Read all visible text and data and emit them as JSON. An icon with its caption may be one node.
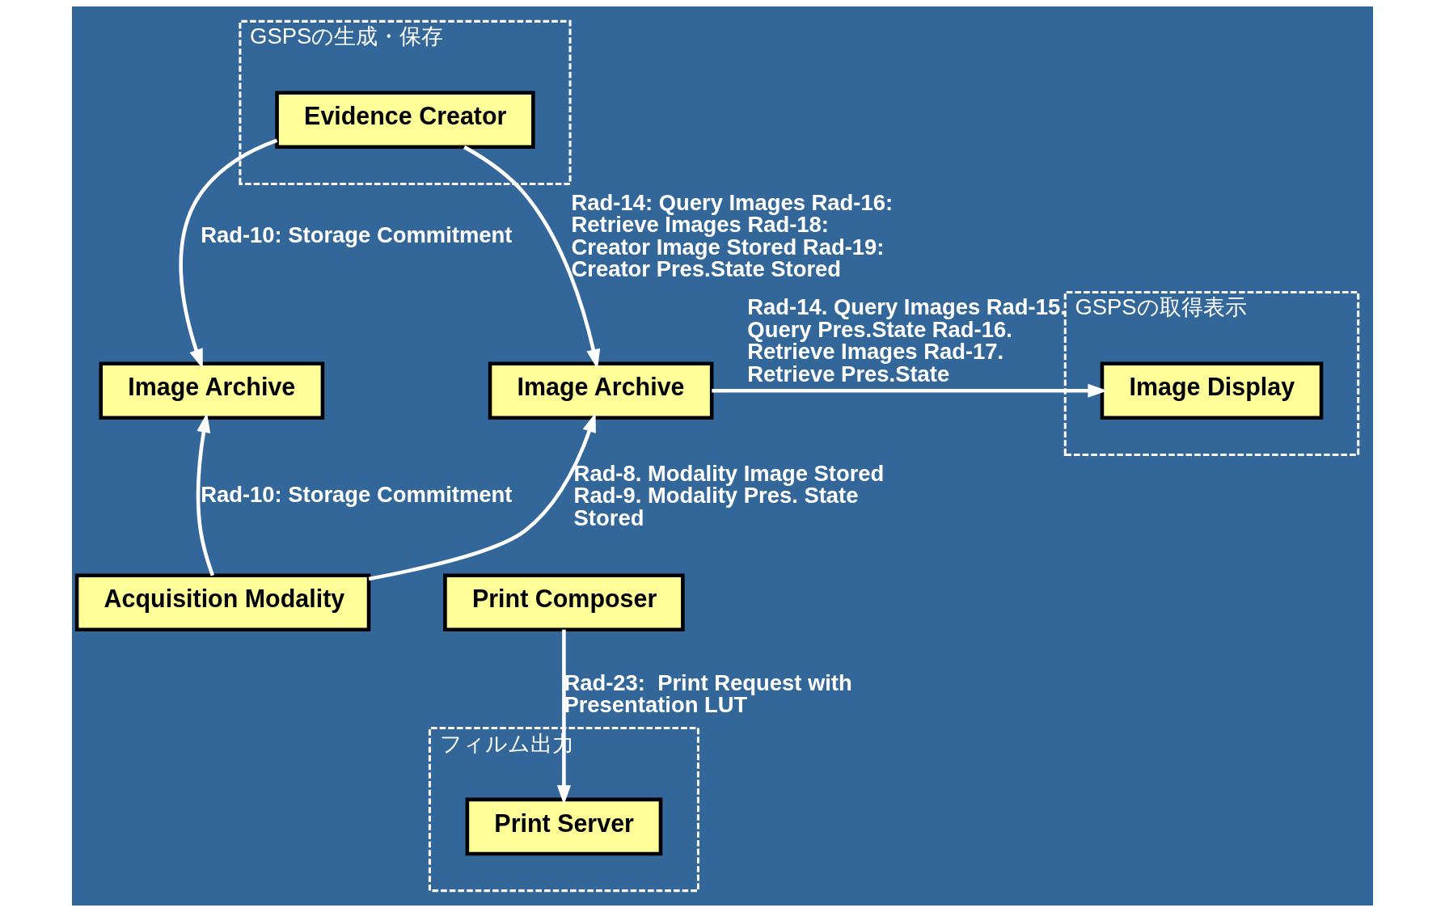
{
  "diagram": {
    "nodes": [
      {
        "text": [
          "GSPSの生成・保存"
        ]
      },
      {
        "text": [
          "Evidence Creator"
        ],
        "in": 0
      },
      {
        "text": [
          "Image Archive"
        ]
      },
      {
        "text": [
          "Image Archive"
        ]
      },
      {
        "text": [
          "GSPSの取得表示"
        ]
      },
      {
        "text": [
          "Image Display"
        ],
        "in": 4
      },
      {
        "text": [
          "Print Composer"
        ]
      },
      {
        "text": [
          "フィルム出力"
        ]
      },
      {
        "text": [
          "Print Server"
        ],
        "in": 7
      },
      {
        "text": [
          "Acquisition Modality"
        ]
      }
    ],
    "edges": [
      {
        "from": 1,
        "to": 2,
        "arrow": "to",
        "label": "Rad-10: Storage Commitment"
      },
      {
        "from": 1,
        "to": 3,
        "arrow": "to",
        "label": "Rad-14: Query Images Rad-16: Retrieve Images Rad-18: Creator Image Stored Rad-19: Creator Pres.State Stored"
      },
      {
        "from": 9,
        "to": 2,
        "arrow": "to",
        "label": "Rad-10: Storage Commitment"
      },
      {
        "from": 9,
        "to": 3,
        "arrow": "to",
        "label": "Rad-8. Modality Image Stored Rad-9. Modality Pres. State Stored"
      },
      {
        "from": 3,
        "to": 5,
        "arrow": "to",
        "label": "Rad-14. Query Images Rad-15. Query Pres.State Rad-16. Retrieve Images Rad-17. Retrieve Pres.State"
      },
      {
        "from": 6,
        "to": 8,
        "arrow": "to",
        "label": "Rad-23:  Print Request with Presentation LUT"
      }
    ]
  }
}
